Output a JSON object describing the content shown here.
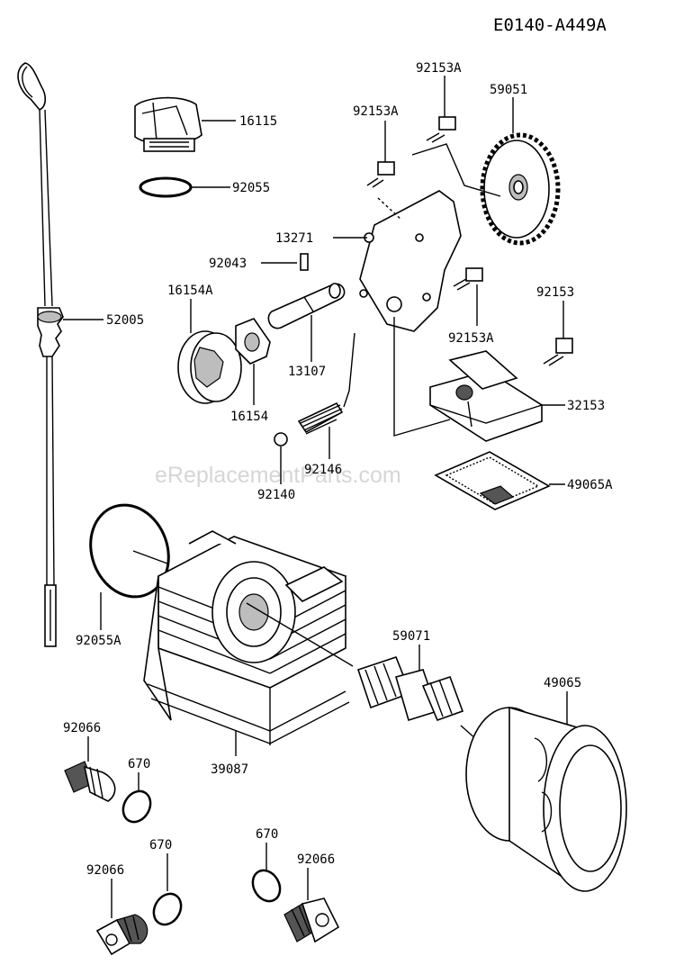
{
  "diagram_code": "E0140-A449A",
  "watermark": "eReplacementParts.com",
  "labels": {
    "p16115": "16115",
    "p92055": "92055",
    "p92153A_top": "92153A",
    "p92153A_left": "92153A",
    "p59051": "59051",
    "p13271": "13271",
    "p92043": "92043",
    "p16154A": "16154A",
    "p52005": "52005",
    "p92153": "92153",
    "p92153A_right": "92153A",
    "p13107": "13107",
    "p16154": "16154",
    "p32153": "32153",
    "p92146": "92146",
    "p92140": "92140",
    "p49065A": "49065A",
    "p92055A": "92055A",
    "p59071": "59071",
    "p49065": "49065",
    "p92066_a": "92066",
    "p670_a": "670",
    "p39087": "39087",
    "p670_b": "670",
    "p670_c": "670",
    "p92066_b": "92066",
    "p92066_c": "92066"
  }
}
